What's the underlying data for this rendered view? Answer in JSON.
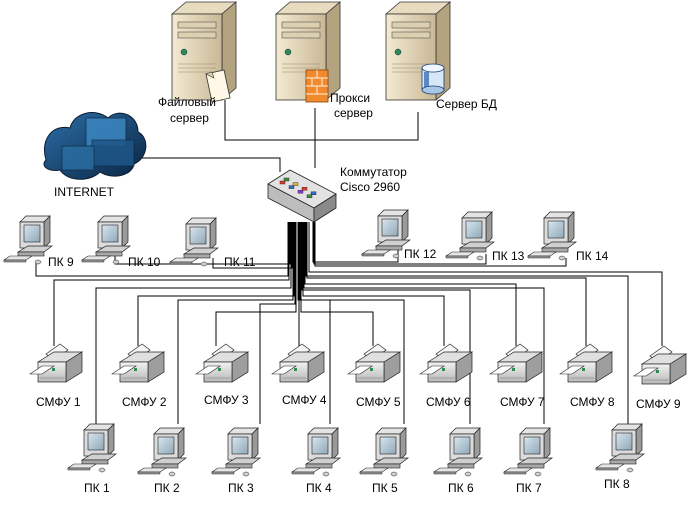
{
  "servers": [
    {
      "id": "file",
      "label_lines": [
        "Файловый",
        "сервер"
      ],
      "accent": "file"
    },
    {
      "id": "proxy",
      "label_lines": [
        "Прокси",
        "сервер"
      ],
      "accent": "firewall"
    },
    {
      "id": "db",
      "label_lines": [
        "Сервер БД"
      ],
      "accent": "database"
    }
  ],
  "internet": {
    "label": "INTERNET"
  },
  "switch": {
    "label_lines": [
      "Коммутатор",
      "Cisco 2960"
    ],
    "port_colors": [
      "#e03a2f",
      "#3a8f3a",
      "#2f6ad0",
      "#e0b52f",
      "#8a3ad0",
      "#e03a2f",
      "#3a8f3a",
      "#2f6ad0"
    ]
  },
  "top_pcs": [
    {
      "label": "ПК 9"
    },
    {
      "label": "ПК 10"
    },
    {
      "label": "ПК 11"
    },
    {
      "label": "ПК 12"
    },
    {
      "label": "ПК 13"
    },
    {
      "label": "ПК 14"
    }
  ],
  "mfps": [
    {
      "label": "СМФУ  1"
    },
    {
      "label": "СМФУ  2"
    },
    {
      "label": "СМФУ  3"
    },
    {
      "label": "СМФУ  4"
    },
    {
      "label": "СМФУ  5"
    },
    {
      "label": "СМФУ  6"
    },
    {
      "label": "СМФУ  7"
    },
    {
      "label": "СМФУ  8"
    },
    {
      "label": "СМФУ  9"
    }
  ],
  "bottom_pcs": [
    {
      "label": "ПК 1"
    },
    {
      "label": "ПК 2"
    },
    {
      "label": "ПК 3"
    },
    {
      "label": "ПК 4"
    },
    {
      "label": "ПК 5"
    },
    {
      "label": "ПК 6"
    },
    {
      "label": "ПК 7"
    },
    {
      "label": "ПК 8"
    }
  ]
}
